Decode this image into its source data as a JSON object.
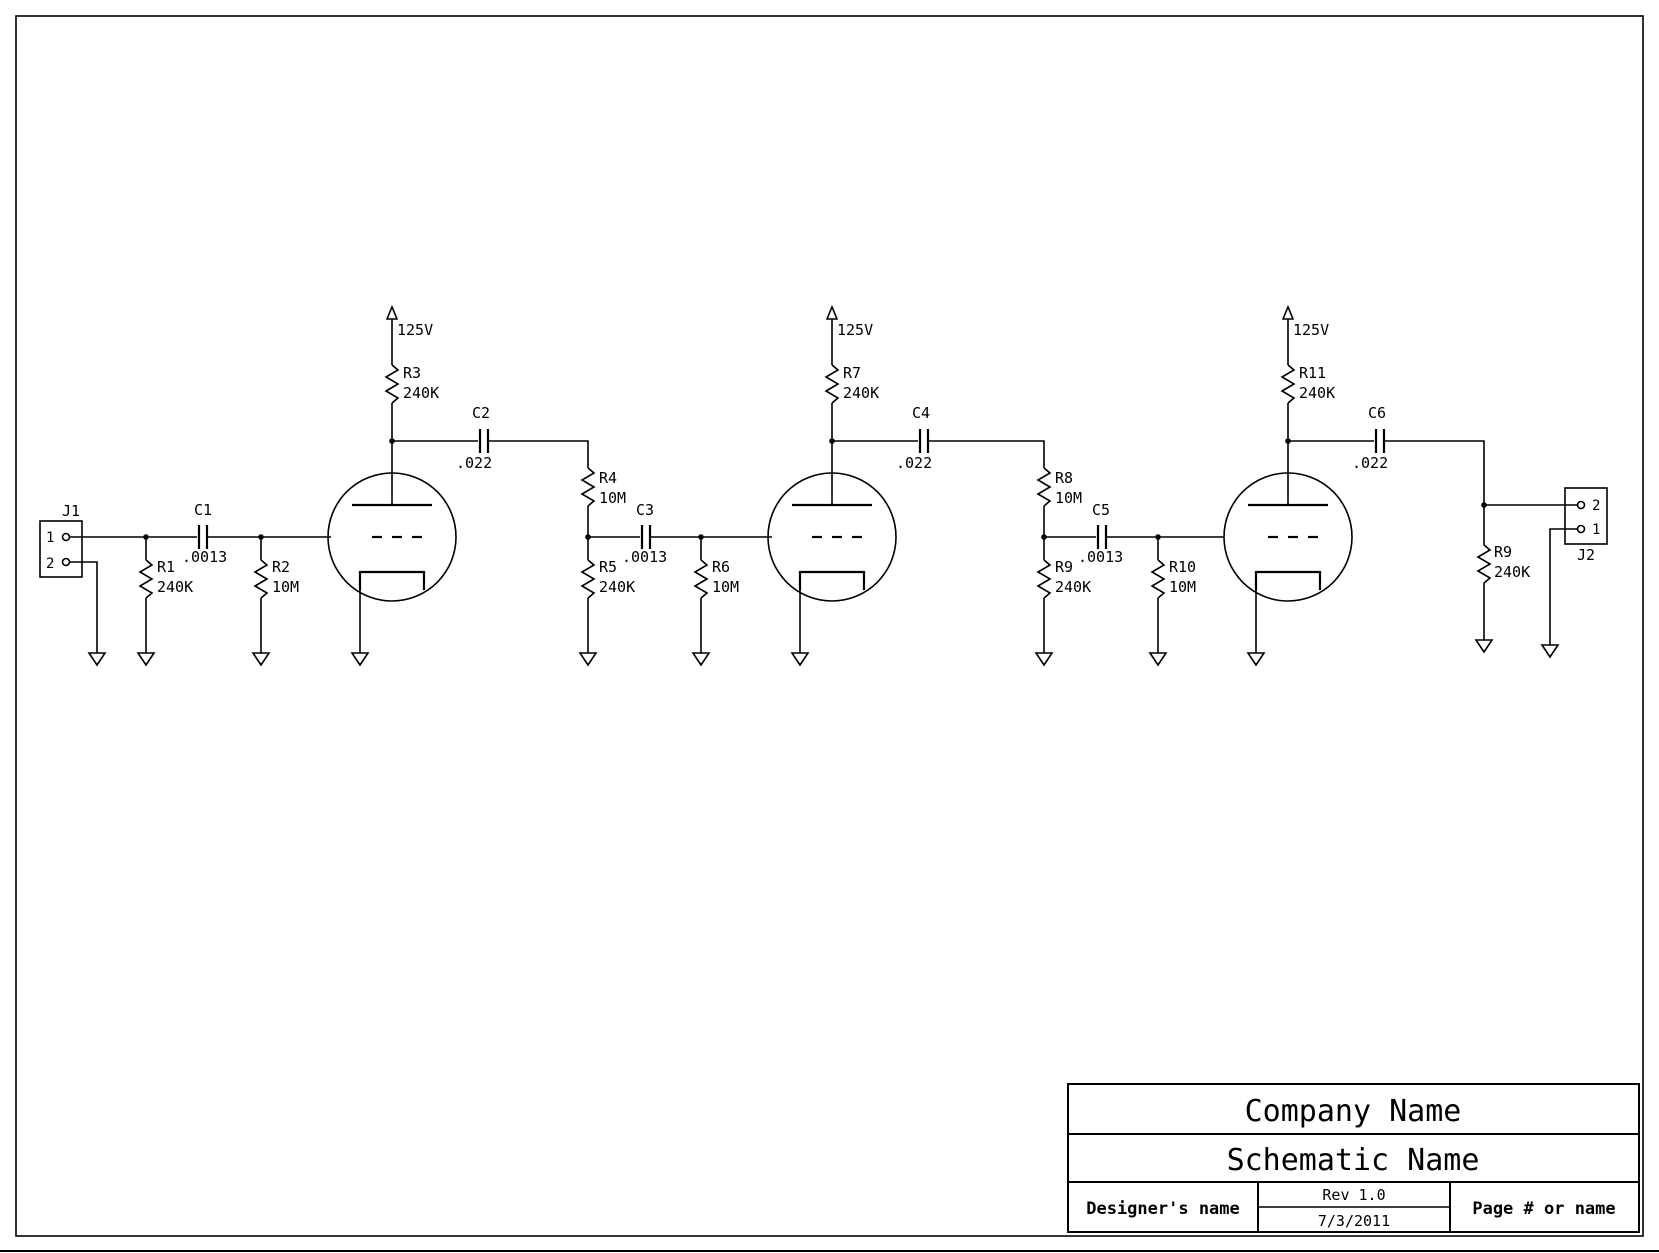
{
  "supply": "125V",
  "stages": [
    {
      "plate_resistor": {
        "ref": "R3",
        "value": "240K"
      },
      "coupling_cap": {
        "ref": "C2",
        "value": ".022"
      },
      "input_cap": {
        "ref": "C1",
        "value": ".0013"
      },
      "input_res_a": {
        "ref": "R1",
        "value": "240K"
      },
      "grid_res": {
        "ref": "R2",
        "value": "10M"
      }
    },
    {
      "plate_resistor": {
        "ref": "R7",
        "value": "240K"
      },
      "coupling_cap": {
        "ref": "C4",
        "value": ".022"
      },
      "input_cap": {
        "ref": "C3",
        "value": ".0013"
      },
      "series_res": {
        "ref": "R4",
        "value": "10M"
      },
      "input_res_a": {
        "ref": "R5",
        "value": "240K"
      },
      "grid_res": {
        "ref": "R6",
        "value": "10M"
      }
    },
    {
      "plate_resistor": {
        "ref": "R11",
        "value": "240K"
      },
      "coupling_cap": {
        "ref": "C6",
        "value": ".022"
      },
      "input_cap": {
        "ref": "C5",
        "value": ".0013"
      },
      "series_res": {
        "ref": "R8",
        "value": "10M"
      },
      "input_res_a": {
        "ref": "R9",
        "value": "240K"
      },
      "grid_res": {
        "ref": "R10",
        "value": "10M"
      }
    }
  ],
  "output_res": {
    "ref": "R9",
    "value": "240K"
  },
  "connectors": {
    "input": {
      "ref": "J1",
      "pins": [
        "1",
        "2"
      ]
    },
    "output": {
      "ref": "J2",
      "pins": [
        "2",
        "1"
      ]
    }
  },
  "title_block": {
    "company": "Company Name",
    "schematic": "Schematic Name",
    "designer": "Designer's name",
    "rev": "Rev 1.0",
    "date": "7/3/2011",
    "page": "Page # or name"
  }
}
